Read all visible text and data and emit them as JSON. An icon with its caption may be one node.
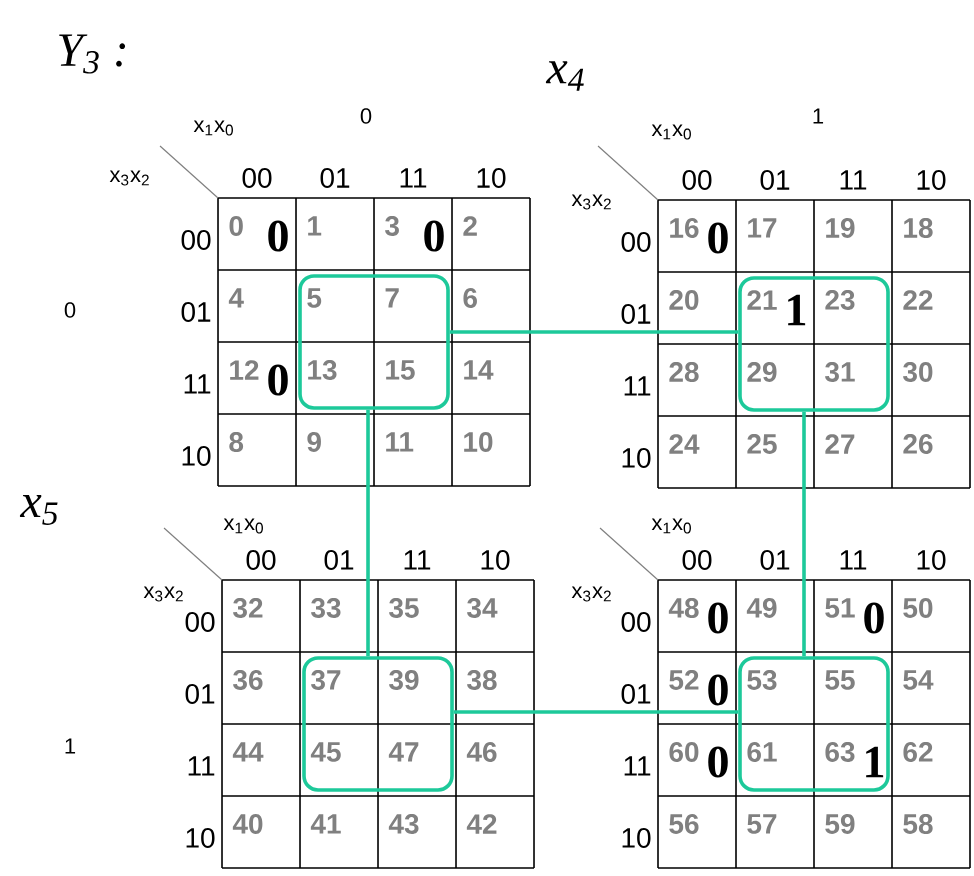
{
  "diagram": {
    "title": "Y$_{3}$ :",
    "nodes": [
      {
        "text": [],
        "shape": "box"
      },
      {
        "text": [],
        "shape": "box"
      },
      {
        "text": [],
        "shape": "box"
      },
      {
        "text": [],
        "shape": "box"
      }
    ],
    "edges": [
      {
        "from": 0,
        "to": 1,
        "arrow": "none"
      },
      {
        "from": 0,
        "to": 2,
        "arrow": "none"
      },
      {
        "from": 2,
        "to": 3,
        "arrow": "none"
      },
      {
        "from": 1,
        "to": 3,
        "arrow": "none"
      }
    ],
    "labels": [
      "x$_{4}$",
      "x$_{5}$",
      "0",
      "1",
      "0",
      "1",
      "x$_{1}$x$_{0}$",
      "x$_{3}$x$_{2}$",
      "00",
      "01",
      "11",
      "10",
      "00",
      "01",
      "11",
      "10",
      "0",
      "1",
      "3",
      "2",
      "4",
      "5",
      "7",
      "6",
      "12",
      "13",
      "15",
      "14",
      "8",
      "9",
      "11",
      "10",
      "0",
      "0",
      "0",
      "x$_{1}$x$_{0}$",
      "x$_{3}$x$_{2}$",
      "00",
      "01",
      "11",
      "10",
      "00",
      "01",
      "11",
      "10",
      "16",
      "17",
      "19",
      "18",
      "20",
      "21",
      "23",
      "22",
      "28",
      "29",
      "31",
      "30",
      "24",
      "25",
      "27",
      "26",
      "0",
      "1",
      "x$_{1}$x$_{0}$",
      "x$_{3}$x$_{2}$",
      "00",
      "01",
      "11",
      "10",
      "00",
      "01",
      "11",
      "10",
      "32",
      "33",
      "35",
      "34",
      "36",
      "37",
      "39",
      "38",
      "44",
      "45",
      "47",
      "46",
      "40",
      "41",
      "43",
      "42",
      "x$_{1}$x$_{0}$",
      "x$_{3}$x$_{2}$",
      "00",
      "01",
      "11",
      "10",
      "00",
      "01",
      "11",
      "10",
      "48",
      "49",
      "51",
      "50",
      "52",
      "53",
      "55",
      "54",
      "60",
      "61",
      "63",
      "62",
      "56",
      "57",
      "59",
      "58",
      "0",
      "0",
      "0",
      "0",
      "1"
    ]
  }
}
